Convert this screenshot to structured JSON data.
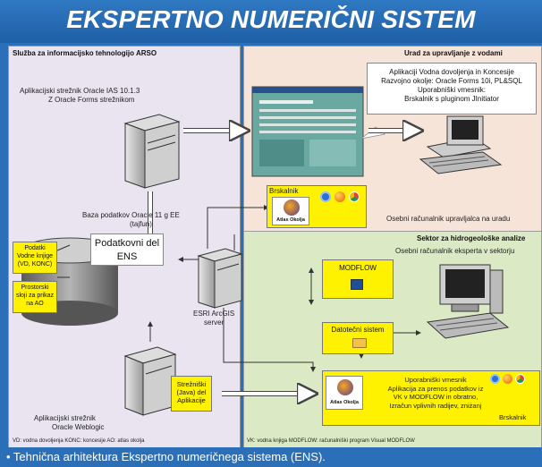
{
  "title": "EKSPERTNO NUMERIČNI SISTEM",
  "left_panel": {
    "title": "Služba za informacijsko tehnologijo ARSO",
    "app_server_line1": "Aplikacijski strežnik Oracle IAS 10.1.3",
    "app_server_line2": "Z Oracle Forms strežnikom",
    "db_line1": "Baza podatkov Oracle 11 g EE",
    "db_line2": "(tajfun)",
    "db_part_line1": "Podatkovni del",
    "db_part_line2": "ENS",
    "box_vodne_line1": "Podatki",
    "box_vodne_line2": "Vodne knjige",
    "box_vodne_line3": "(VD, KONC)",
    "box_prostor_line1": "Prostorski",
    "box_prostor_line2": "sloji za prikaz",
    "box_prostor_line3": "na AO",
    "esri_line1": "ESRI ArcGIS",
    "esri_line2": "server",
    "weblogic_line1": "Aplikacijski strežnik",
    "weblogic_line2": "Oracle Weblogic",
    "java_line1": "Strežniški",
    "java_line2": "(Java) del",
    "java_line3": "Aplikacije",
    "footnote": "VD: vodna dovoljenja  KONC: koncesije  AO: atlas okolja"
  },
  "top_right_panel": {
    "title": "Urad za upravljanje  z vodami",
    "info_line1": "Aplikaciji Vodna dovoljenja in Koncesije",
    "info_line2": "Razvojno okolje: Oracle Forms 10i, PL&SQL",
    "info_line3": "Uporabniški vmesnik:",
    "info_line4": "Brskalnik s pluginom JInitiator",
    "browser_label": "Brskalnik",
    "atlas_label": "Atlas Okolja",
    "pc_label": "Osebni računalnik upravljalca na uradu"
  },
  "bottom_right_panel": {
    "title": "Sektor za hidrogeološke analize",
    "pc_label": "Osebni računalnik eksperta v sektorju",
    "modflow_label": "MODFLOW",
    "datoteke_label": "Datotečni sistem",
    "ui_line1": "Uporabniški vmesnik",
    "ui_line2": "Aplikacija za prenos podatkov  iz",
    "ui_line3": "VK v MODFLOW in obratno,",
    "ui_line4": "Izračun vplivnih radijev, zniżanj",
    "browser_label": "Brskalnik",
    "atlas_label": "Atlas Okolja",
    "footnote": "VK: vodna knjiga   MODFLOW: računalniški program Visual MODFLOW"
  },
  "caption": "• Tehnična arhitektura Ekspertno numeričnega sistema (ENS).",
  "colors": {
    "frame_blue": "#2a6fb7",
    "left_bg": "#e9e4f0",
    "top_right_bg": "#f7e4d8",
    "bottom_right_bg": "#dbeac4",
    "yellow": "#fff200"
  }
}
